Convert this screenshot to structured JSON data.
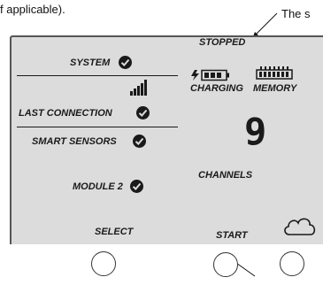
{
  "captions": {
    "left": "f applicable).",
    "right": "The s"
  },
  "lcd": {
    "system_label": "SYSTEM",
    "last_connection_label": "LAST CONNECTION",
    "smart_sensors_label": "SMART SENSORS",
    "module_label": "MODULE 2",
    "status_label": "STOPPED",
    "charging_label": "CHARGING",
    "memory_label": "MEMORY",
    "channel_count": "9",
    "channels_label": "CHANNELS",
    "select_label": "SELECT",
    "start_label": "START"
  },
  "icons": {
    "check": "check-circle-icon",
    "signal": "signal-bars-icon",
    "battery": "battery-charging-icon",
    "memory": "memory-chip-icon",
    "cloud": "cloud-icon"
  },
  "colors": {
    "lcd_background": "#dcdcdc",
    "lcd_ink": "#1a1a1a",
    "bezel": "#555555"
  }
}
